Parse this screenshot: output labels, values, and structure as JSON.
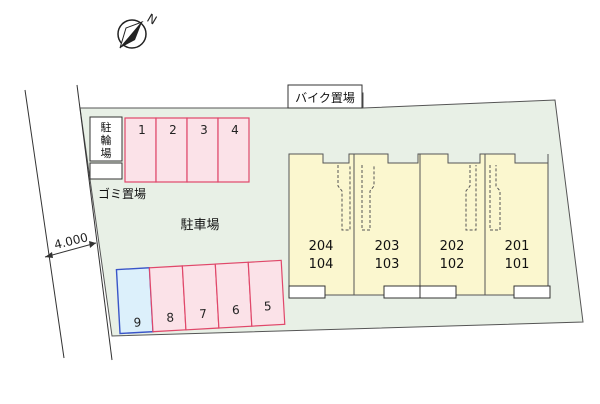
{
  "compass": {
    "north_label": "N"
  },
  "road": {
    "width_label": "4.000"
  },
  "labels": {
    "bike_parking": "バイク置場",
    "garbage": "ゴミ置場",
    "parking_lot": "駐車場",
    "bicycle_parking": [
      "駐",
      "輪",
      "場"
    ]
  },
  "parking": {
    "top_row": [
      "1",
      "2",
      "3",
      "4"
    ],
    "bottom_row": [
      "9",
      "8",
      "7",
      "6",
      "5"
    ],
    "highlighted": "9"
  },
  "units": [
    {
      "upper": "204",
      "lower": "104"
    },
    {
      "upper": "203",
      "lower": "103"
    },
    {
      "upper": "202",
      "lower": "102"
    },
    {
      "upper": "201",
      "lower": "101"
    }
  ],
  "colors": {
    "site": "#e8f0e6",
    "building": "#fbf7cf",
    "parking_fill": "#fbe2e8",
    "parking_stroke": "#e0486a",
    "highlight_fill": "#dcf0fb",
    "highlight_stroke": "#3a55c8"
  }
}
